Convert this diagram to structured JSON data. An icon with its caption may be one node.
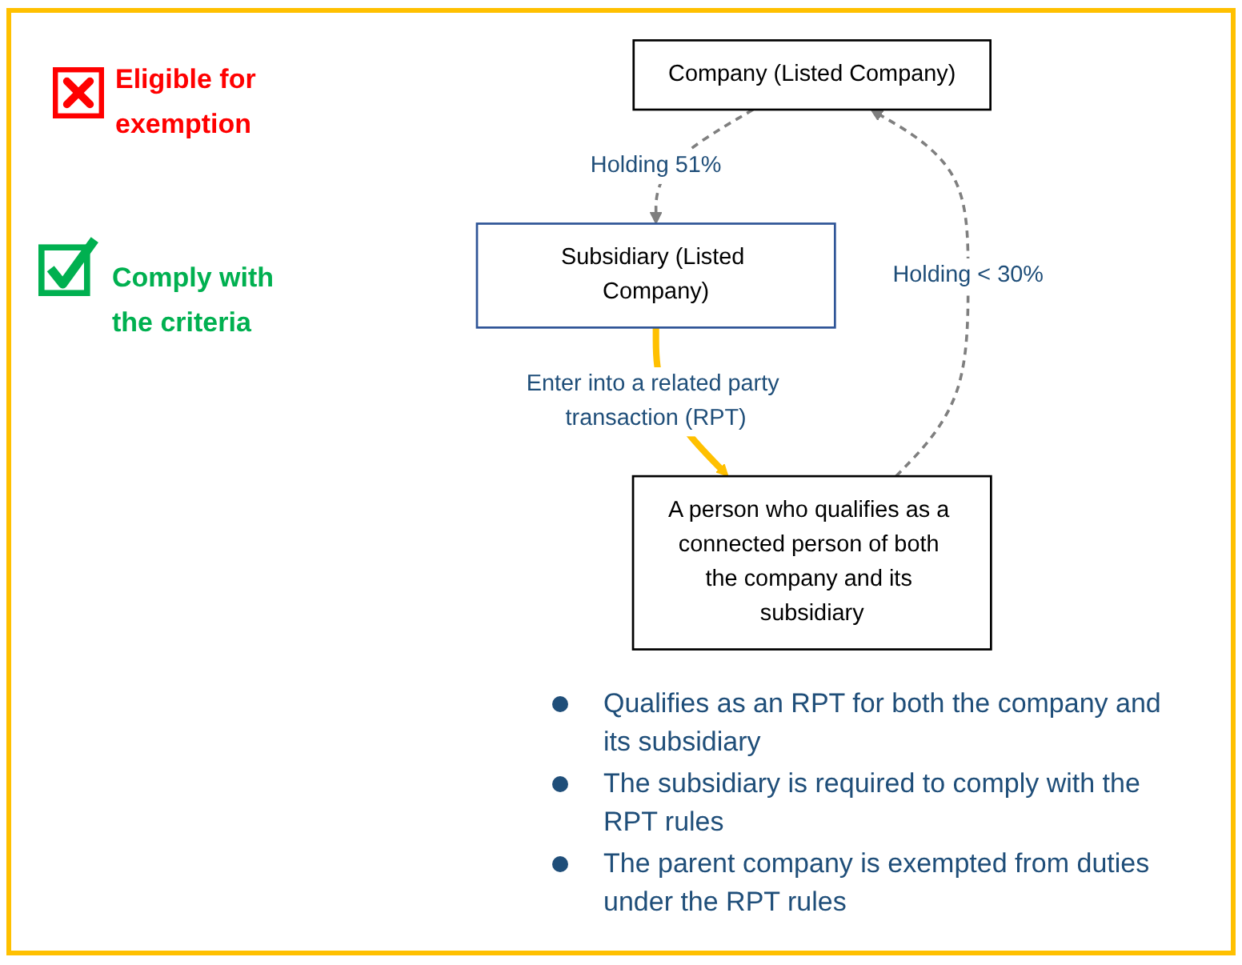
{
  "diagram": {
    "nodes": [
      {
        "text": [
          "Company (Listed Company)"
        ]
      },
      {
        "text": [
          "Subsidiary (Listed Company)"
        ]
      },
      {
        "text": [
          "A person who qualifies as a connected person of both the company and its subsidiary"
        ]
      }
    ],
    "edges": [
      {
        "from": 2,
        "to": 0,
        "arrow": "to",
        "label": "Holding < 30%",
        "style": "dashed"
      },
      {
        "from": 0,
        "to": 1,
        "arrow": "to",
        "label": "Holding 51%",
        "style": "dashed"
      },
      {
        "from": 1,
        "to": 2,
        "arrow": "to",
        "label": "Enter into a related party transaction (RPT)",
        "style": "thick",
        "color": "#ffc000"
      }
    ],
    "labels": [
      "Eligible for exemption",
      "Comply with the criteria",
      "Qualifies as an RPT for both the company and its subsidiary",
      "The subsidiary is required to comply with the RPT rules",
      "The parent company is exempted from duties under the RPT rules"
    ]
  }
}
